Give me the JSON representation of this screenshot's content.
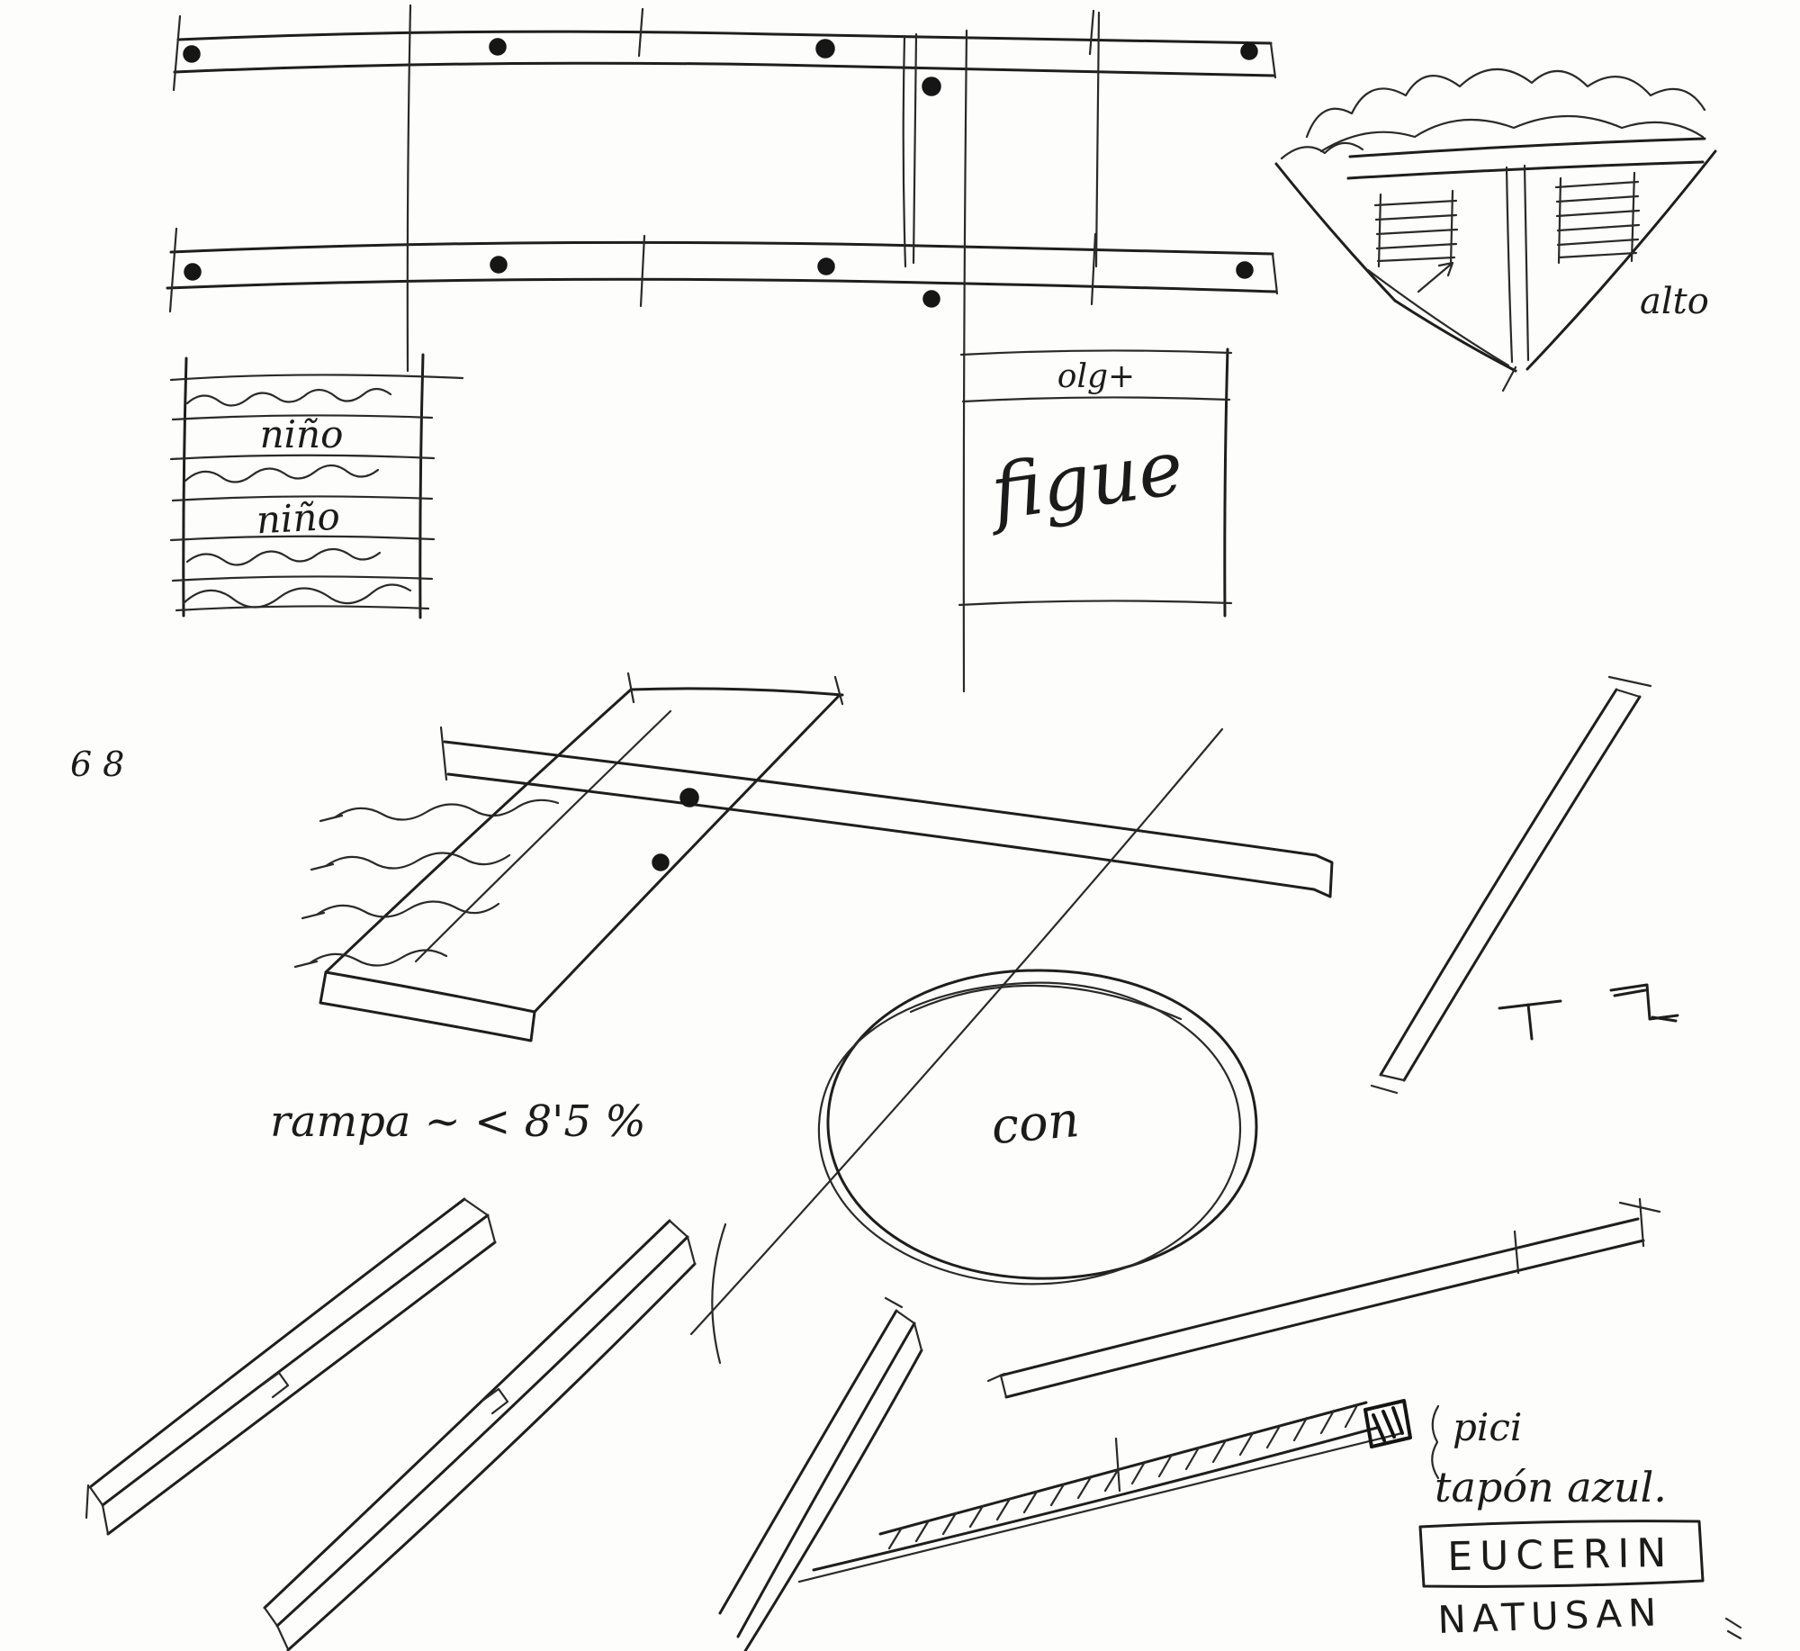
{
  "page": {
    "number": "68",
    "paper_color": "#fdfdfb",
    "ink_color": "#1e1e1e"
  },
  "annotations": {
    "alto": "alto",
    "nino_top": "niño",
    "nino_bottom": "niño",
    "box_header": "olg+",
    "box_word": "figue",
    "rampa": "rampa ~ < 8'5 %",
    "con": "con",
    "pici": "pici",
    "tapon": "tapón azul.",
    "eucerin": "EUCERIN",
    "natusan": "NATUSAN"
  }
}
